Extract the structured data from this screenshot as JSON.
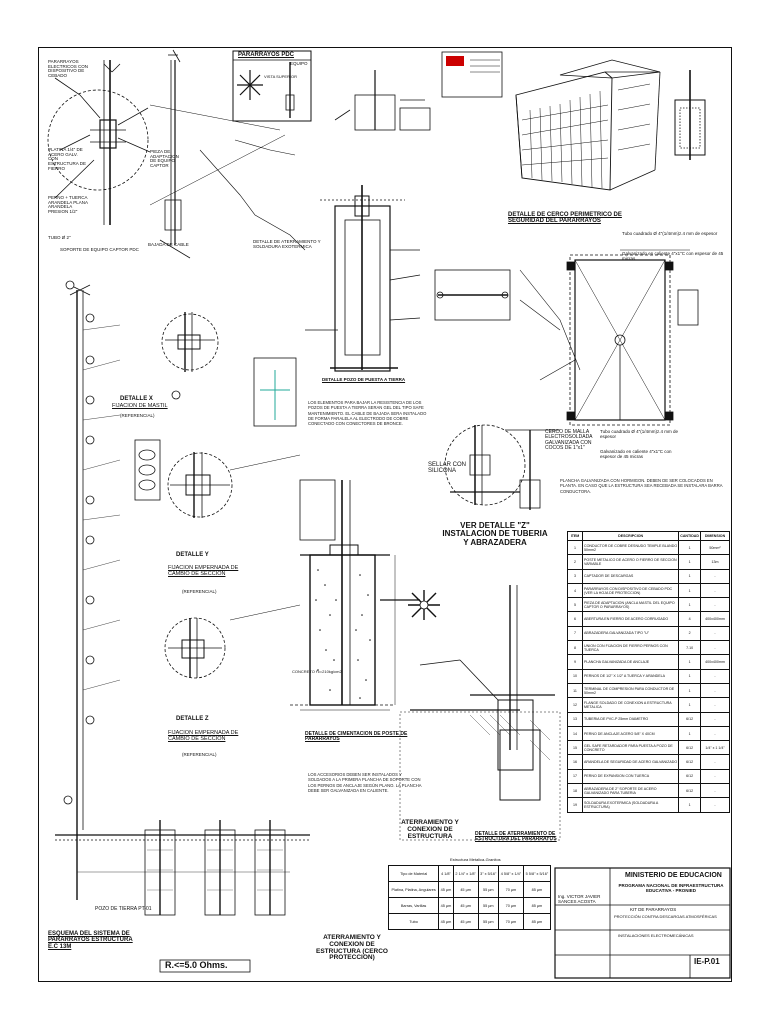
{
  "sheet": {
    "ministry": "MINISTERIO DE EDUCACION",
    "program": "PROGRAMA NACIONAL DE INFRAESTRUCTURA EDUCATIVA - PRONIED",
    "engineer": "Ing. VICTOR JAVIER SANCES ACOSTA",
    "kit": "KIT DE PARARRAYOS",
    "protection": "PROTECCIÓN CONTRA DESCARGAS ATMOSFÉRICAS",
    "installation": "INSTALACIONES ELECTROMECÁNICAS",
    "plan_code": "IE-P.01",
    "resistance": "R.<=5.0 Ohms."
  },
  "titles": {
    "pdc": "PARARRAYOS PDC",
    "spt_detail": "DETALLE POZO DE PUESTA A TIERRA",
    "perimeter": "DETALLE DE CERCO PERIMETRICO DE SEGURIDAD DEL PARARRAYOS",
    "x": "DETALLE X",
    "x_sub": "FIJACION DE MASTIL",
    "y": "DETALLE Y",
    "y_sub": "FIJACION EMPERNADA DE CAMBIO DE SECCION",
    "z": "DETALLE Z",
    "z_sub": "FIJACION EMPERNADA DE CAMBIO DE SECCION",
    "z_ver": "VER DETALLE \"Z\" INSTALACION DE TUBERIA Y ABRAZADERA",
    "foundation": "DETALLE DE CIMENTACION DE POSTE DE PARARRAYOS",
    "grounding": "ATERRAMIENTO Y CONEXION DE ESTRUCTURA",
    "grounding2": "DETALLE DE ATERRAMIENTO DE ESTRUCTURA DEL PARARRAYOS",
    "fence_ground": "ATERRAMIENTO Y CONEXION DE ESTRUCTURA (CERCO PROTECCION)",
    "structure": "ESQUEMA DEL SISTEMA DE PARARRAYOS ESTRUCTURA E.C 13M",
    "referencial": "(REFERENCIAL)",
    "aterramiento": "DETALLE DE ATERRAMIENTO Y SOLDADURA EXOTERMICA",
    "sellar": "SELLAR CON SILICONA",
    "tubo": "Tubo cuadrado Ø 4\"(1/4mm)z.4 mm de espesor",
    "galv": "Galvanizado en caliente 4\"x1\"C con espesor de 45 micras"
  },
  "notes": {
    "note1": "LOS ELEMENTOS PARA BAJAR LA RESISTENCIA DE LOS POZOS DE PUESTA A TIERRA SERAN GEL DEL TIPO SAFE MANTENIMIENTO. EL CABLE DE BAJADA SERA INSTALADO DE FORMA PARALELA AL ELECTRODO DE COBRE CONECTADO CON CONECTORES DE BRONCE.",
    "note2": "LOS ACCESORIOS DEBEN SER INSTALADOS Y SOLDADOS A LA PRIMERA PLANCHA DE SOPORTE CON LOS PERNOS DE ANCLAJE SEGÚN PLANO. LA PLANCHA DEBE SER GALVANIZADA EN CALIENTE.",
    "note3": "PLANCHA GALVANIZADA CON HORMIGON. DEBEN DE SER COLOCADOS EN PLANTA. EN CASO QUE LA ESTRUCTURA SEA RECEBADA SE INSTALARA BARRA CONDUCTORA."
  },
  "bom": {
    "headers": [
      "ITEM",
      "DESCRIPCION",
      "CANTIDAD",
      "DIMENSION"
    ],
    "rows": [
      [
        "1",
        "CONDUCTOR DE COBRE DESNUDO TEMPLE BLANDO 50mm2",
        "1",
        "50mm²"
      ],
      [
        "2",
        "POSTE METALICO DE ACERO O FIERRO DE SECCION VARIABLE",
        "1",
        "13m"
      ],
      [
        "3",
        "CAPTADOR DE DESCARGAS",
        "1",
        "-"
      ],
      [
        "4",
        "PARARRAYOS CON DISPOSITIVO DE CEBADO PDC (VER LA HOJA DE PROTECCION)",
        "1",
        "-"
      ],
      [
        "5",
        "PIEZA DE ADAPTACION (ANCLA MASTIL DEL EQUIPO CAPTOR O PARARRAYOS)",
        "1",
        "-"
      ],
      [
        "6",
        "ABERTURA EN FIERRO DE ACERO CORRUGADO",
        "4",
        "400x400mm"
      ],
      [
        "7",
        "ABRAZADERA GALVANIZADA TIPO \"U\"",
        "2",
        "-"
      ],
      [
        "8",
        "UNION CON FIJACION DE FIERRO PERNOS CON TUERCA",
        "7.10",
        "-"
      ],
      [
        "9",
        "PLANCHA GALVANIZADA DE ANCLAJE",
        "1",
        "400x400mm"
      ],
      [
        "10",
        "PERNOS DE 1/2\" X 1/2\" A TUERCA Y ARANDELA",
        "1",
        "-"
      ],
      [
        "11",
        "TERMINAL DE COMPRESION PARA CONDUCTOR DE 50mm2",
        "1",
        "-"
      ],
      [
        "12",
        "FLANGE SOLDADO DE CONEXION A ESTRUCTURA METALICA",
        "1",
        "-"
      ],
      [
        "13",
        "TUBERIA DE PVC-P 25mm DIAMETRO",
        "6/12",
        "-"
      ],
      [
        "14",
        "PERNO DE ANCLAJE ACERO 5/8\" X 40CM",
        "1",
        "-"
      ],
      [
        "15",
        "GEL SAFE RETARDADOR PARA PUESTA A POZO DE CONCRETO",
        "6/12",
        "1/4\" x 1 1/4\""
      ],
      [
        "16",
        "ARANDELA DE SEGURIDAD DE ACERO GALVANIZADO",
        "6/12",
        "-"
      ],
      [
        "17",
        "PERNO DE EXPANSION CON TUERCA",
        "6/12",
        "-"
      ],
      [
        "18",
        "ABRAZADERA DE 2\" SOPORTE DE ACERO GALVANIZADO PARA TUBERIA",
        "6/12",
        "-"
      ],
      [
        "19",
        "SOLDADURA EXOTERMICA (SOLDADURA A ESTRUCTURA)",
        "1",
        "-"
      ]
    ]
  },
  "materials": {
    "title": "Estructura Metalica-Granitos",
    "headers": [
      "Tipo de Material",
      "4 1/8\"",
      "2 1/4\" x 1/8\"",
      "3\" x 5/16\"",
      "4 5/8\" x 1/4\"",
      "5 5/8\" x 5/16\""
    ],
    "rows": [
      [
        "Platina, Platina, Angulares",
        "45 µm",
        "45 µm",
        "55 µm",
        "70 µm",
        "85 µm"
      ],
      [
        "Barras, Varillas",
        "45 µm",
        "45 µm",
        "55 µm",
        "70 µm",
        "85 µm"
      ],
      [
        "Tubo",
        "45 µm",
        "45 µm",
        "55 µm",
        "70 µm",
        "85 µm"
      ]
    ]
  },
  "labels": {
    "platina": "PLATINA 1/4\" DE ACERO GALV. CON ESTRUCTURA DE FIERRO",
    "perno": "PERNO + TUERCA ARANDELA PLANA ARANDELA PRESION 1/2\"",
    "tubo_fg": "TUBO Ø 2\"",
    "pieza": "PIEZA DE ADAPTACION DE EQUIPO CAPTOR",
    "soporte": "SOPORTE DE EQUIPO CAPTOR PDC",
    "vista": "VISTA SUPERIOR",
    "equipo": "EQUIPO",
    "cerco": "CERCO DE MALLA ELECTROSOLDADA GALVANIZADA CON COCOS DE 1\"x1\"",
    "sellar": "SELLAR CON SILICONA",
    "concreto": "CONCRETO f'c=210kg/cm2",
    "ver": "VER DETALLE \"Z\"",
    "bajada": "BAJADA DE CABLE",
    "pozo": "POZO DE TIERRA PT-01"
  }
}
